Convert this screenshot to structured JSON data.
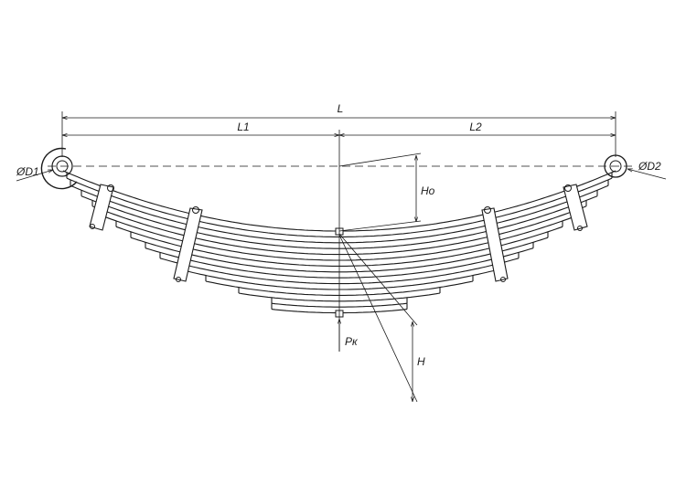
{
  "dimensions": {
    "L": "L",
    "L1": "L1",
    "L2": "L2",
    "Ho": "Ho",
    "H": "H",
    "D1": "ØD1",
    "D2": "ØD2",
    "Pk": "Pк"
  },
  "colors": {
    "line": "#1a1a1a",
    "background": "#ffffff"
  }
}
